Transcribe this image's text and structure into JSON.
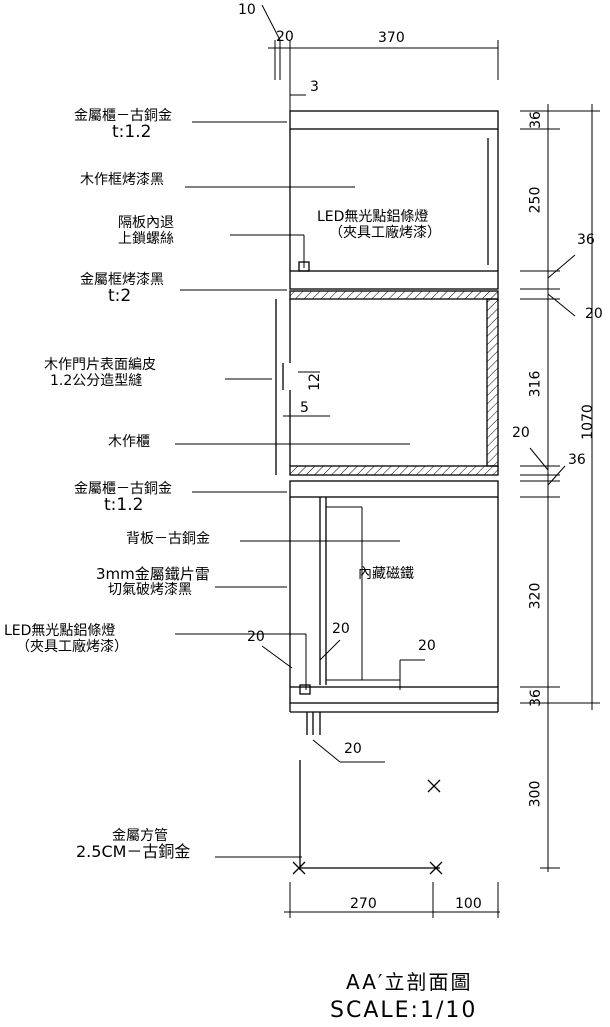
{
  "drawing": {
    "title": "AA′立剖面圖",
    "scale": "SCALE:1/10"
  },
  "labels": {
    "metal_cabinet_top_line1": "金屬櫃－古銅金",
    "metal_cabinet_top_line2": "t:1.2",
    "wood_frame": "木作框烤漆黑",
    "shelf_line1": "隔板內退",
    "shelf_line2": "上鎖螺絲",
    "led_top_line1": "LED無光點鋁條燈",
    "led_top_line2": "（夾具工廠烤漆）",
    "metal_frame_line1": "金屬框烤漆黑",
    "metal_frame_line2": "t:2",
    "door_panel_line1": "木作門片表面編皮",
    "door_panel_line2": "1.2公分造型縫",
    "wood_cabinet": "木作櫃",
    "metal_cabinet_bottom_line1": "金屬櫃－古銅金",
    "metal_cabinet_bottom_line2": "t:1.2",
    "back_panel": "背板－古銅金",
    "iron_sheet_line1": "3mm金屬鐵片雷",
    "iron_sheet_line2": "切氣破烤漆黑",
    "magnet": "內藏磁鐵",
    "led_bottom_line1": "LED無光點鋁條燈",
    "led_bottom_line2": "（夾具工廠烤漆）",
    "tube_line1": "金屬方管",
    "tube_line2": "2.5CM－古銅金"
  },
  "dimensions": {
    "top_10": "10",
    "top_20": "20",
    "top_370": "370",
    "top_3": "3",
    "right_36_a": "36",
    "right_250": "250",
    "right_36_b": "36",
    "right_20_a": "20",
    "right_316": "316",
    "right_1070": "1070",
    "right_20_b": "20",
    "right_36_c": "36",
    "right_320": "320",
    "right_36_d": "36",
    "right_300": "300",
    "gap_12": "12",
    "gap_5": "5",
    "inner_20_a": "20",
    "inner_20_b": "20",
    "inner_20_c": "20",
    "leg_20": "20",
    "bottom_270": "270",
    "bottom_100": "100"
  }
}
